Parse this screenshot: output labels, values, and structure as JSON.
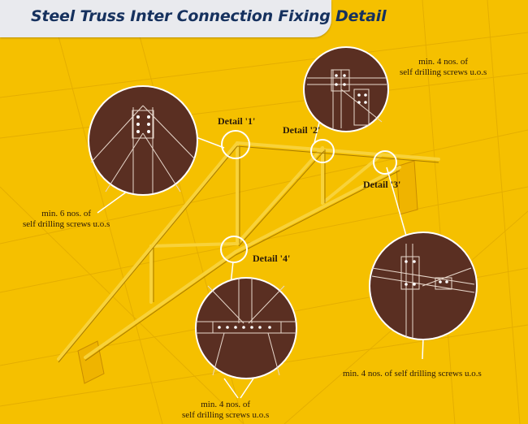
{
  "title": "Steel Truss Inter Connection Fixing Detail",
  "details": [
    {
      "label": "Detail '1'"
    },
    {
      "label": "Detail '2'"
    },
    {
      "label": "Detail '3'"
    },
    {
      "label": "Detail '4'"
    }
  ],
  "notes": {
    "top_right": [
      "min. 4 nos. of",
      "self drilling screws u.o.s"
    ],
    "left": [
      "min. 6 nos. of",
      "self drilling screws u.o.s"
    ],
    "bottom_right": [
      "min. 4 nos. of self drilling screws u.o.s"
    ],
    "bottom_center": [
      "min. 4 nos. of",
      "self drilling screws u.o.s"
    ]
  },
  "colors": {
    "background": "#f5c000",
    "circle_fill": "#5a2f22",
    "title_text": "#16315e",
    "title_bar": "#e9eaee"
  }
}
